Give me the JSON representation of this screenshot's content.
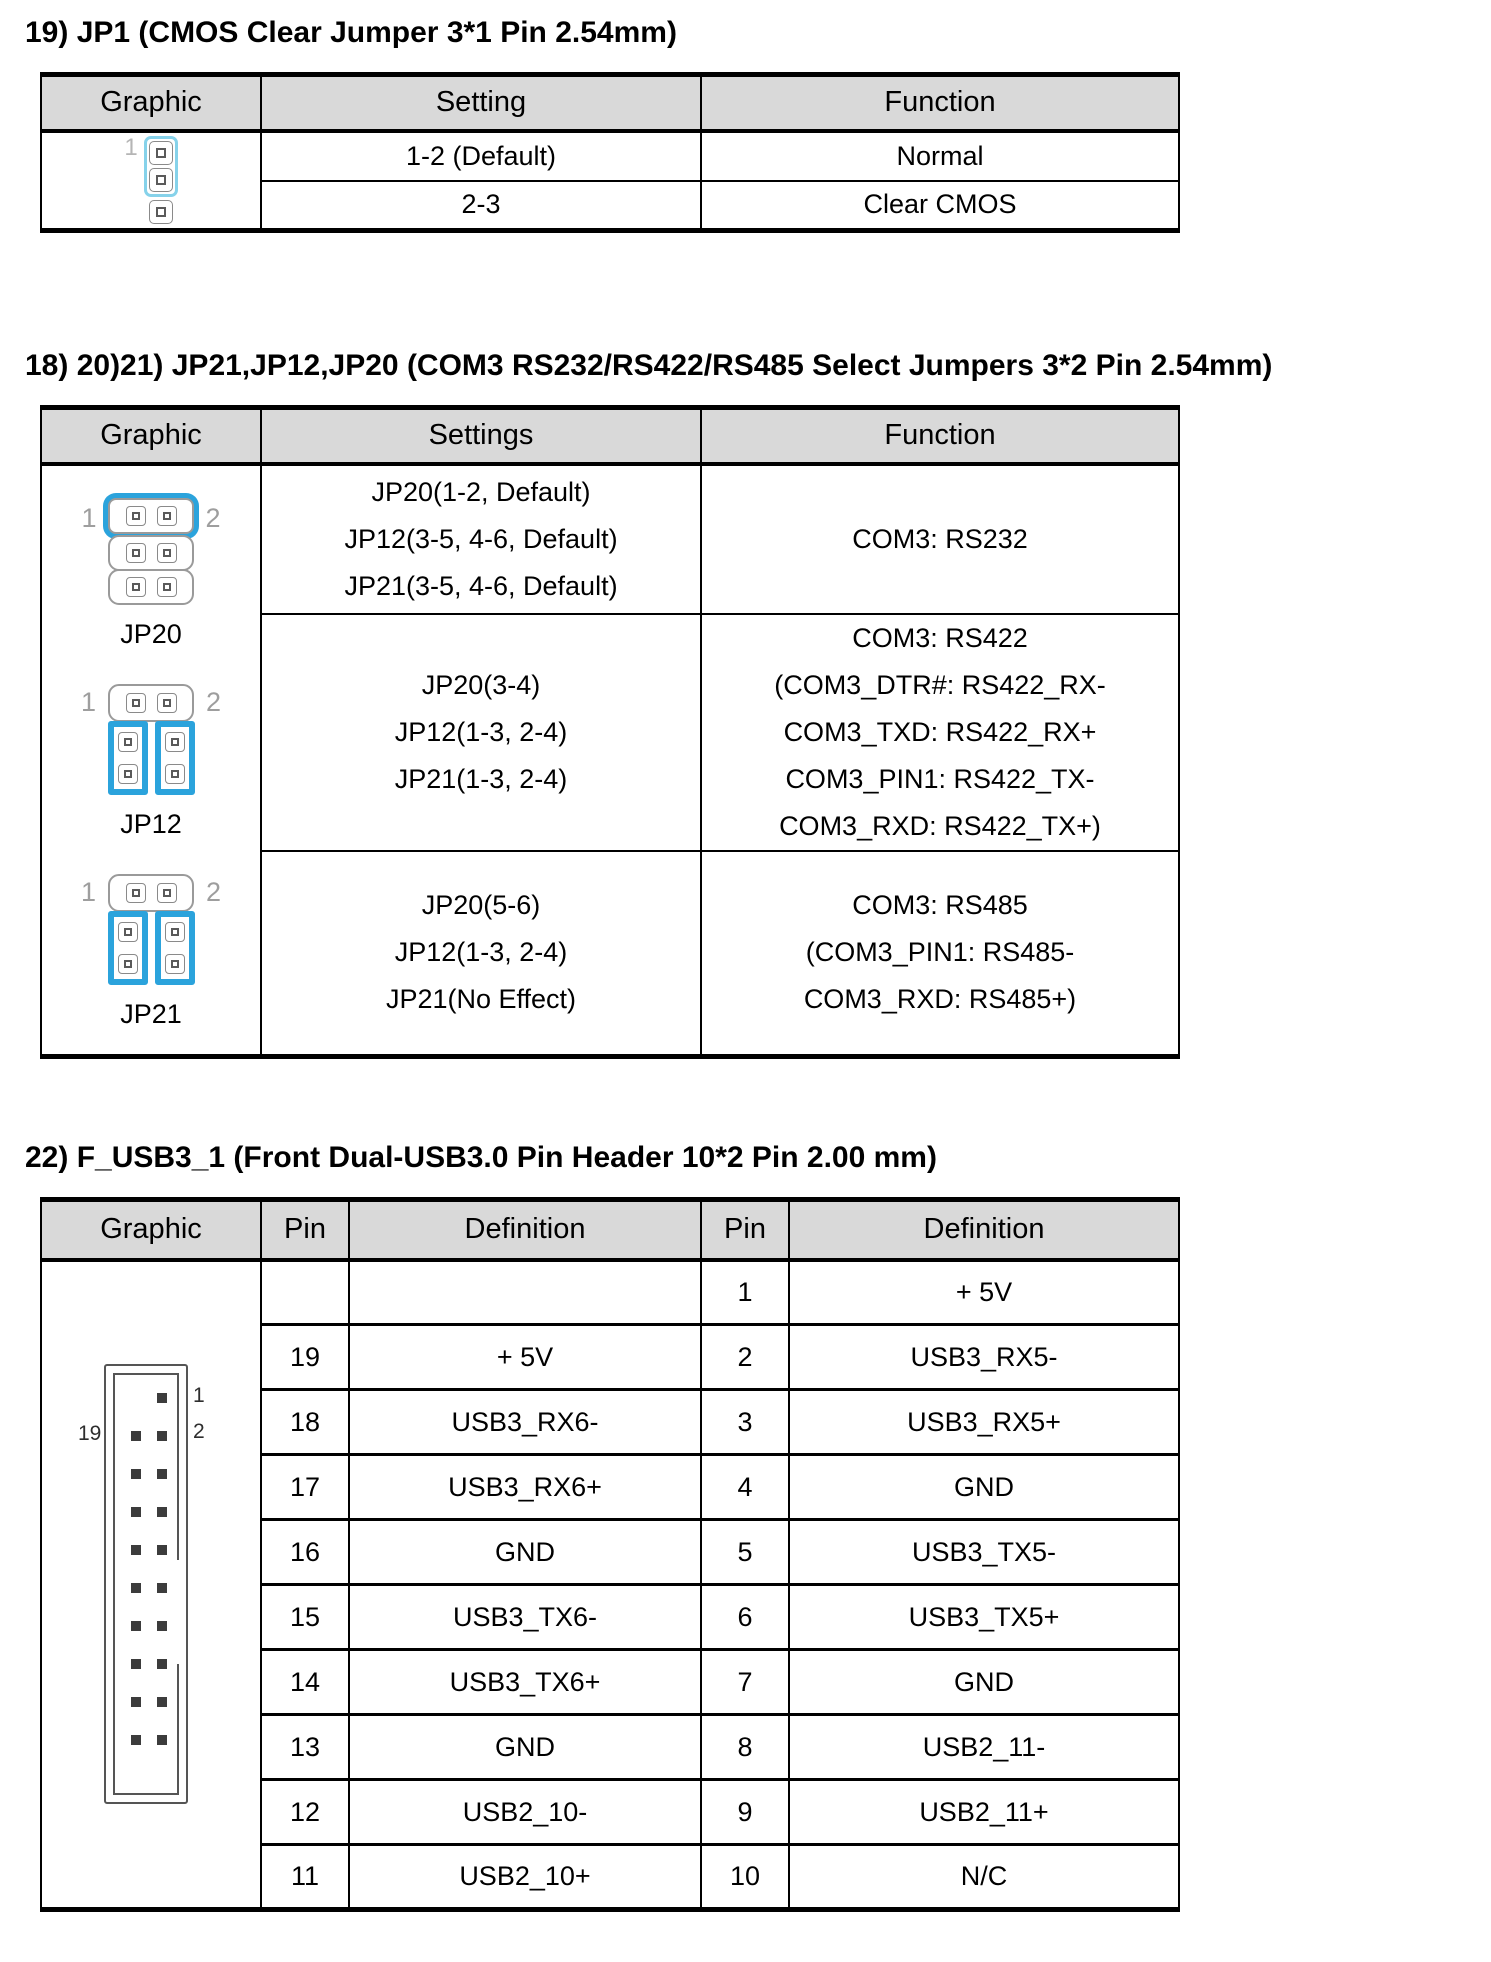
{
  "colors": {
    "header_bg": "#d9d9d9",
    "jumper_blue": "#2ba3dc",
    "jp1_cyan": "#86d2ea",
    "pin_label_gray": "#9e9e9e"
  },
  "sections": [
    {
      "title": "19) JP1 (CMOS Clear Jumper 3*1 Pin 2.54mm)",
      "graphic": {
        "pin1": "1"
      },
      "table": {
        "headers": [
          "Graphic",
          "Setting",
          "Function"
        ],
        "rows": [
          {
            "setting": "1-2 (Default)",
            "function": "Normal"
          },
          {
            "setting": "2-3",
            "function": "Clear CMOS"
          }
        ]
      }
    },
    {
      "title": "18) 20)21) JP21,JP12,JP20 (COM3 RS232/RS422/RS485 Select Jumpers 3*2 Pin 2.54mm)",
      "graphics": [
        {
          "pin1": "1",
          "pin2": "2",
          "label": "JP20"
        },
        {
          "pin1": "1",
          "pin2": "2",
          "label": "JP12"
        },
        {
          "pin1": "1",
          "pin2": "2",
          "label": "JP21"
        }
      ],
      "table": {
        "headers": [
          "Graphic",
          "Settings",
          "Function"
        ],
        "rows": [
          {
            "settings": [
              "JP20(1-2, Default)",
              "JP12(3-5, 4-6, Default)",
              "JP21(3-5, 4-6, Default)"
            ],
            "function": [
              "COM3: RS232"
            ]
          },
          {
            "settings": [
              "JP20(3-4)",
              "JP12(1-3, 2-4)",
              "JP21(1-3, 2-4)"
            ],
            "function": [
              "COM3: RS422",
              "(COM3_DTR#: RS422_RX-",
              "COM3_TXD: RS422_RX+",
              "COM3_PIN1: RS422_TX-",
              "COM3_RXD: RS422_TX+)"
            ]
          },
          {
            "settings": [
              "JP20(5-6)",
              "JP12(1-3, 2-4)",
              "JP21(No Effect)"
            ],
            "function": [
              "COM3: RS485",
              "(COM3_PIN1: RS485-",
              "COM3_RXD: RS485+)"
            ]
          }
        ]
      }
    },
    {
      "title": "22) F_USB3_1 (Front Dual-USB3.0 Pin Header 10*2 Pin 2.00 mm)",
      "graphic": {
        "left_label": "19",
        "right_label_1": "1",
        "right_label_2": "2"
      },
      "table": {
        "headers": [
          "Graphic",
          "Pin",
          "Definition",
          "Pin",
          "Definition"
        ],
        "rows": [
          {
            "pin_l": "",
            "def_l": "",
            "pin_r": "1",
            "def_r": "+ 5V"
          },
          {
            "pin_l": "19",
            "def_l": "+ 5V",
            "pin_r": "2",
            "def_r": "USB3_RX5-"
          },
          {
            "pin_l": "18",
            "def_l": "USB3_RX6-",
            "pin_r": "3",
            "def_r": "USB3_RX5+"
          },
          {
            "pin_l": "17",
            "def_l": "USB3_RX6+",
            "pin_r": "4",
            "def_r": "GND"
          },
          {
            "pin_l": "16",
            "def_l": "GND",
            "pin_r": "5",
            "def_r": "USB3_TX5-"
          },
          {
            "pin_l": "15",
            "def_l": "USB3_TX6-",
            "pin_r": "6",
            "def_r": "USB3_TX5+"
          },
          {
            "pin_l": "14",
            "def_l": "USB3_TX6+",
            "pin_r": "7",
            "def_r": "GND"
          },
          {
            "pin_l": "13",
            "def_l": "GND",
            "pin_r": "8",
            "def_r": "USB2_11-"
          },
          {
            "pin_l": "12",
            "def_l": "USB2_10-",
            "pin_r": "9",
            "def_r": "USB2_11+"
          },
          {
            "pin_l": "11",
            "def_l": "USB2_10+",
            "pin_r": "10",
            "def_r": "N/C"
          }
        ]
      }
    }
  ]
}
